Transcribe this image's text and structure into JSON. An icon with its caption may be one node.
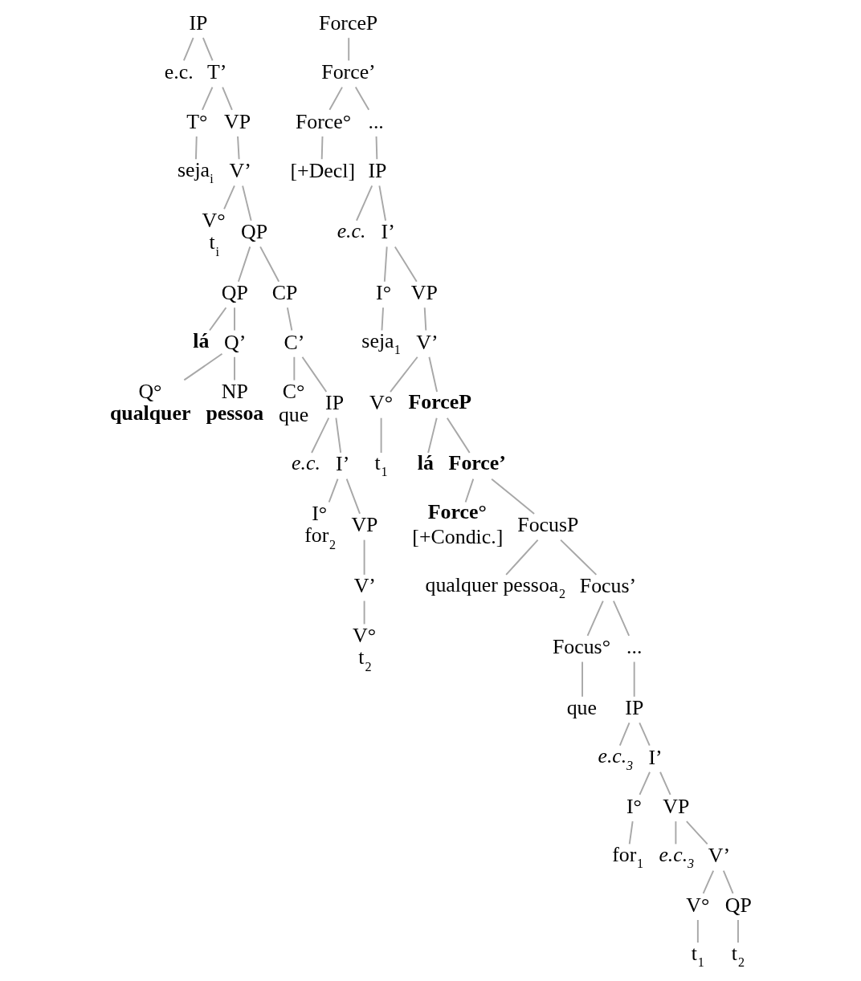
{
  "diagram": {
    "nodes": [
      {
        "text": [
          "IP"
        ]
      },
      {
        "text": [
          "e.c."
        ]
      },
      {
        "text": [
          "T’"
        ]
      },
      {
        "text": [
          "T°"
        ]
      },
      {
        "text": [
          "seja$_{i}$"
        ]
      },
      {
        "text": [
          "VP"
        ]
      },
      {
        "text": [
          "V’"
        ]
      },
      {
        "text": [
          "V°"
        ],
        "beside": [
          "t$_{i}$"
        ]
      },
      {
        "text": [
          "QP"
        ]
      },
      {
        "text": [
          "QP"
        ]
      },
      {
        "text": [
          "lá"
        ]
      },
      {
        "text": [
          "Q’"
        ]
      },
      {
        "text": [
          "Q°"
        ],
        "beside": [
          "qualquer"
        ]
      },
      {
        "text": [
          "NP"
        ],
        "beside": [
          "pessoa"
        ]
      },
      {
        "text": [
          "CP"
        ]
      },
      {
        "text": [
          "C’"
        ]
      },
      {
        "text": [
          "C°"
        ],
        "beside": [
          "que"
        ]
      },
      {
        "text": [
          "IP"
        ]
      },
      {
        "text": [
          "e.c."
        ]
      },
      {
        "text": [
          "I’"
        ]
      },
      {
        "text": [
          "I°"
        ],
        "beside": [
          "for$_{2}$"
        ]
      },
      {
        "text": [
          "VP"
        ]
      },
      {
        "text": [
          "V’"
        ]
      },
      {
        "text": [
          "V°"
        ],
        "beside": [
          "t$_{2}$"
        ]
      },
      {
        "text": [
          "ForceP"
        ]
      },
      {
        "text": [
          "Force’"
        ]
      },
      {
        "text": [
          "Force°"
        ]
      },
      {
        "text": [
          "..."
        ]
      },
      {
        "text": [
          "[+Decl]"
        ]
      },
      {
        "text": [
          "IP"
        ]
      },
      {
        "text": [
          "e.c."
        ]
      },
      {
        "text": [
          "I’"
        ]
      },
      {
        "text": [
          "I°"
        ]
      },
      {
        "text": [
          "seja$_{1}$"
        ]
      },
      {
        "text": [
          "VP"
        ]
      },
      {
        "text": [
          "V’"
        ]
      },
      {
        "text": [
          "V°"
        ]
      },
      {
        "text": [
          "t$_{1}$"
        ]
      },
      {
        "text": [
          "ForceP"
        ]
      },
      {
        "text": [
          "lá"
        ]
      },
      {
        "text": [
          "Force’"
        ]
      },
      {
        "text": [
          "Force°"
        ],
        "beside": [
          "[+Condic.]"
        ]
      },
      {
        "text": [
          "FocusP"
        ]
      },
      {
        "text": [
          "qualquer pessoa$_{2}$"
        ]
      },
      {
        "text": [
          "Focus’"
        ]
      },
      {
        "text": [
          "Focus°"
        ]
      },
      {
        "text": [
          "..."
        ]
      },
      {
        "text": [
          "que"
        ]
      },
      {
        "text": [
          "IP"
        ]
      },
      {
        "text": [
          "e.c.$_{3}$"
        ]
      },
      {
        "text": [
          "I’"
        ]
      },
      {
        "text": [
          "I°"
        ]
      },
      {
        "text": [
          "for$_{1}$"
        ]
      },
      {
        "text": [
          "VP"
        ]
      },
      {
        "text": [
          "e.c.$_{3}$"
        ]
      },
      {
        "text": [
          "V’"
        ]
      },
      {
        "text": [
          "V°"
        ]
      },
      {
        "text": [
          "QP"
        ]
      },
      {
        "text": [
          "t$_{1}$"
        ]
      },
      {
        "text": [
          "t$_{2}$"
        ]
      }
    ],
    "edges": [
      {
        "from": 0,
        "to": 1,
        "arrow": "none"
      },
      {
        "from": 0,
        "to": 2,
        "arrow": "none"
      },
      {
        "from": 2,
        "to": 3,
        "arrow": "none"
      },
      {
        "from": 2,
        "to": 5,
        "arrow": "none"
      },
      {
        "from": 3,
        "to": 4,
        "arrow": "none"
      },
      {
        "from": 5,
        "to": 6,
        "arrow": "none"
      },
      {
        "from": 6,
        "to": 7,
        "arrow": "none"
      },
      {
        "from": 6,
        "to": 8,
        "arrow": "none"
      },
      {
        "from": 8,
        "to": 9,
        "arrow": "none"
      },
      {
        "from": 8,
        "to": 14,
        "arrow": "none"
      },
      {
        "from": 9,
        "to": 10,
        "arrow": "none"
      },
      {
        "from": 9,
        "to": 11,
        "arrow": "none"
      },
      {
        "from": 11,
        "to": 12,
        "arrow": "none"
      },
      {
        "from": 11,
        "to": 13,
        "arrow": "none"
      },
      {
        "from": 14,
        "to": 15,
        "arrow": "none"
      },
      {
        "from": 15,
        "to": 16,
        "arrow": "none"
      },
      {
        "from": 15,
        "to": 17,
        "arrow": "none"
      },
      {
        "from": 17,
        "to": 18,
        "arrow": "none"
      },
      {
        "from": 17,
        "to": 19,
        "arrow": "none"
      },
      {
        "from": 19,
        "to": 20,
        "arrow": "none"
      },
      {
        "from": 19,
        "to": 21,
        "arrow": "none"
      },
      {
        "from": 21,
        "to": 22,
        "arrow": "none"
      },
      {
        "from": 22,
        "to": 23,
        "arrow": "none"
      },
      {
        "from": 24,
        "to": 25,
        "arrow": "none"
      },
      {
        "from": 25,
        "to": 26,
        "arrow": "none"
      },
      {
        "from": 25,
        "to": 27,
        "arrow": "none"
      },
      {
        "from": 26,
        "to": 28,
        "arrow": "none"
      },
      {
        "from": 27,
        "to": 29,
        "arrow": "none"
      },
      {
        "from": 29,
        "to": 30,
        "arrow": "none"
      },
      {
        "from": 29,
        "to": 31,
        "arrow": "none"
      },
      {
        "from": 31,
        "to": 32,
        "arrow": "none"
      },
      {
        "from": 31,
        "to": 34,
        "arrow": "none"
      },
      {
        "from": 32,
        "to": 33,
        "arrow": "none"
      },
      {
        "from": 34,
        "to": 35,
        "arrow": "none"
      },
      {
        "from": 35,
        "to": 36,
        "arrow": "none"
      },
      {
        "from": 35,
        "to": 38,
        "arrow": "none"
      },
      {
        "from": 36,
        "to": 37,
        "arrow": "none"
      },
      {
        "from": 38,
        "to": 39,
        "arrow": "none"
      },
      {
        "from": 38,
        "to": 40,
        "arrow": "none"
      },
      {
        "from": 40,
        "to": 41,
        "arrow": "none"
      },
      {
        "from": 40,
        "to": 42,
        "arrow": "none"
      },
      {
        "from": 42,
        "to": 43,
        "arrow": "none"
      },
      {
        "from": 42,
        "to": 44,
        "arrow": "none"
      },
      {
        "from": 44,
        "to": 45,
        "arrow": "none"
      },
      {
        "from": 44,
        "to": 46,
        "arrow": "none"
      },
      {
        "from": 45,
        "to": 47,
        "arrow": "none"
      },
      {
        "from": 46,
        "to": 48,
        "arrow": "none"
      },
      {
        "from": 48,
        "to": 49,
        "arrow": "none"
      },
      {
        "from": 48,
        "to": 50,
        "arrow": "none"
      },
      {
        "from": 50,
        "to": 51,
        "arrow": "none"
      },
      {
        "from": 50,
        "to": 53,
        "arrow": "none"
      },
      {
        "from": 51,
        "to": 52,
        "arrow": "none"
      },
      {
        "from": 53,
        "to": 54,
        "arrow": "none"
      },
      {
        "from": 53,
        "to": 55,
        "arrow": "none"
      },
      {
        "from": 55,
        "to": 56,
        "arrow": "none"
      },
      {
        "from": 55,
        "to": 57,
        "arrow": "none"
      },
      {
        "from": 56,
        "to": 58,
        "arrow": "none"
      },
      {
        "from": 57,
        "to": 59,
        "arrow": "none"
      }
    ]
  }
}
